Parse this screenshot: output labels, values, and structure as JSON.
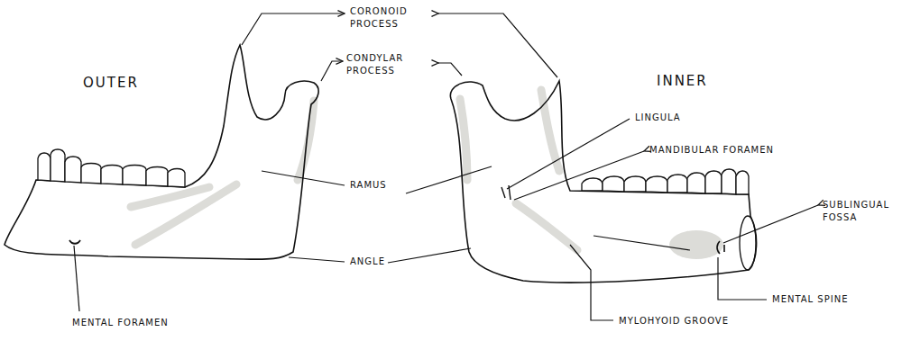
{
  "diagram": {
    "labels": [
      "OUTER",
      "CORONOID PROCESS",
      "CONDYLAR PROCESS",
      "INNER",
      "LINGULA",
      "MANDIBULAR FORAMEN",
      "RAMUS",
      "SUBLINGUAL FOSSA",
      "ANGLE",
      "MENTAL SPINE",
      "MYLOHYOID GROOVE",
      "MENTAL FORAMEN"
    ]
  }
}
